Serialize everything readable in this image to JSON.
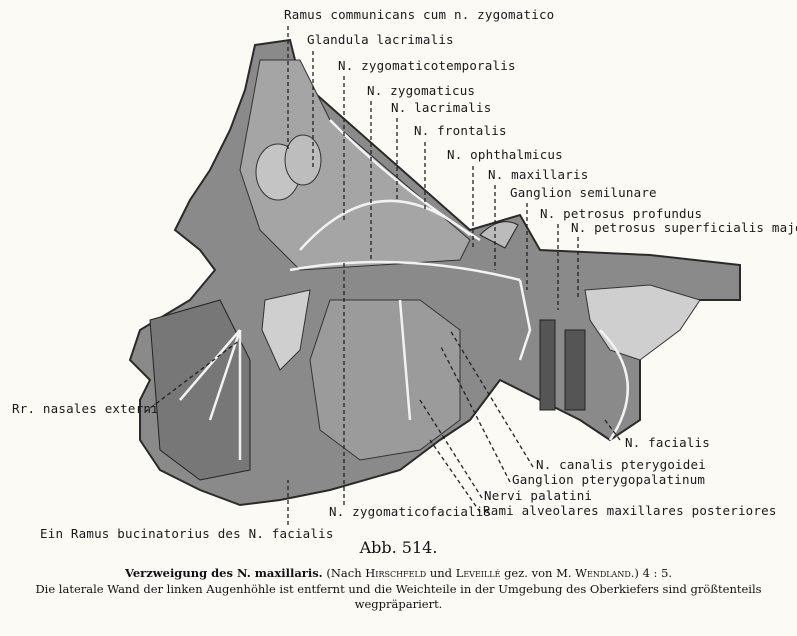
{
  "labels": {
    "ramus_communicans": "Ramus communicans cum n. zygomatico",
    "glandula_lacrimalis": "Glandula lacrimalis",
    "n_zygomaticotemporalis": "N. zygomaticotemporalis",
    "n_zygomaticus": "N. zygomaticus",
    "n_lacrimalis": "N. lacrimalis",
    "n_frontalis": "N. frontalis",
    "n_ophthalmicus": "N. ophthalmicus",
    "n_maxillaris": "N. maxillaris",
    "ganglion_semilunare": "Ganglion semilunare",
    "n_petrosus_profundus": "N. petrosus profundus",
    "n_petrosus_superficialis_major": "N. petrosus superficialis major",
    "rr_nasales_externi": "Rr. nasales externi",
    "n_facialis": "N. facialis",
    "n_canalis_pterygoidei": "N. canalis pterygoidei",
    "ganglion_pterygopalatinum": "Ganglion pterygopalatinum",
    "nervi_palatini": "Nervi palatini",
    "rami_alveolares": "Rami alveolares maxillares posteriores",
    "n_zygomaticofacialis": "N. zygomaticofacialis",
    "ramus_bucinatorius": "Ein Ramus bucinatorius des N. facialis"
  },
  "caption": {
    "figure_number": "Abb. 514.",
    "title": "Verzweigung des N. maxillaris.",
    "credit_prefix": "(Nach",
    "author1": "Hirschfeld",
    "und": "und",
    "author2": "Leveillé",
    "credit_mid": "gez. von M.",
    "author3": "Wendland.)",
    "scale": "4 : 5.",
    "line2": "Die laterale Wand der linken Augenhöhle ist entfernt und die Weichteile in der Umgebung des Oberkiefers sind größtenteils",
    "line3": "wegpräpariert."
  }
}
